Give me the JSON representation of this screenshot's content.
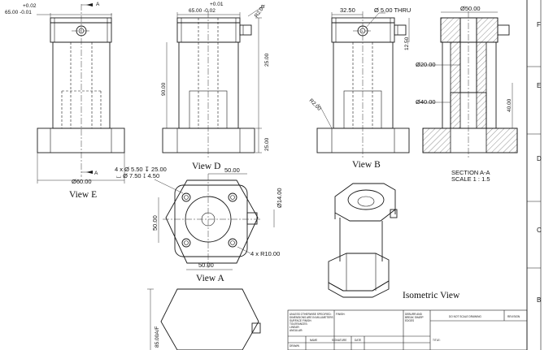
{
  "views": {
    "view_e": {
      "label": "View E",
      "tol_upper": "+0.02",
      "tol_dim": "65.00 -0.01",
      "dia_60": "Ø60.00",
      "arrow_a_top": "A",
      "arrow_a_bottom": "A"
    },
    "view_d": {
      "label": "View D",
      "tol_upper": "+0.01",
      "tol_dim": "65.00 -0.02",
      "r2": "R2.00",
      "dim_25_top": "25.00",
      "dim_90": "90.00",
      "dim_25_bottom": "25.00"
    },
    "view_b": {
      "label": "View B",
      "dim_32": "32.50",
      "hole": "Ø 5.00 THRU",
      "dim_12": "12.50",
      "r2": "R2.00"
    },
    "section": {
      "label_1": "SECTION A-A",
      "label_2": "SCALE 1 : 1.5",
      "dia_50": "Ø50.00",
      "dia_20": "Ø20.00",
      "dia_40": "Ø40.00",
      "dim_40": "40.00"
    },
    "view_a": {
      "label": "View A",
      "holes_1": "4 x Ø 5.50 ↧ 25.00",
      "holes_2": "⌴ Ø 7.50 ↧ 4.50",
      "dim_top": "50.00",
      "dim_left": "50.00",
      "dim_bottom": "50.00",
      "dia_14": "Ø14.00",
      "radius": "4 x R10.00"
    },
    "isometric": {
      "label": "Isometric View"
    },
    "bottom_view": {
      "dim": "85.00A/F"
    }
  },
  "zones": [
    "F",
    "E",
    "D",
    "C",
    "B"
  ],
  "title_block": {
    "notes": [
      "UNLESS OTHERWISE SPECIFIED:",
      "DIMENSIONS ARE IN MILLIMETERS",
      "SURFACE FINISH:",
      "TOLERANCES:",
      "LINEAR:",
      "ANGULAR:"
    ],
    "finish": "FINISH:",
    "deburr": [
      "DEBURR AND",
      "BREAK SHARP",
      "EDGES"
    ],
    "do_not_scale": "DO NOT SCALE DRAWING",
    "revision": "REVISION",
    "name": "NAME",
    "signature": "SIGNATURE",
    "date": "DATE",
    "title": "TITLE:",
    "drawn": "DRAWN"
  }
}
